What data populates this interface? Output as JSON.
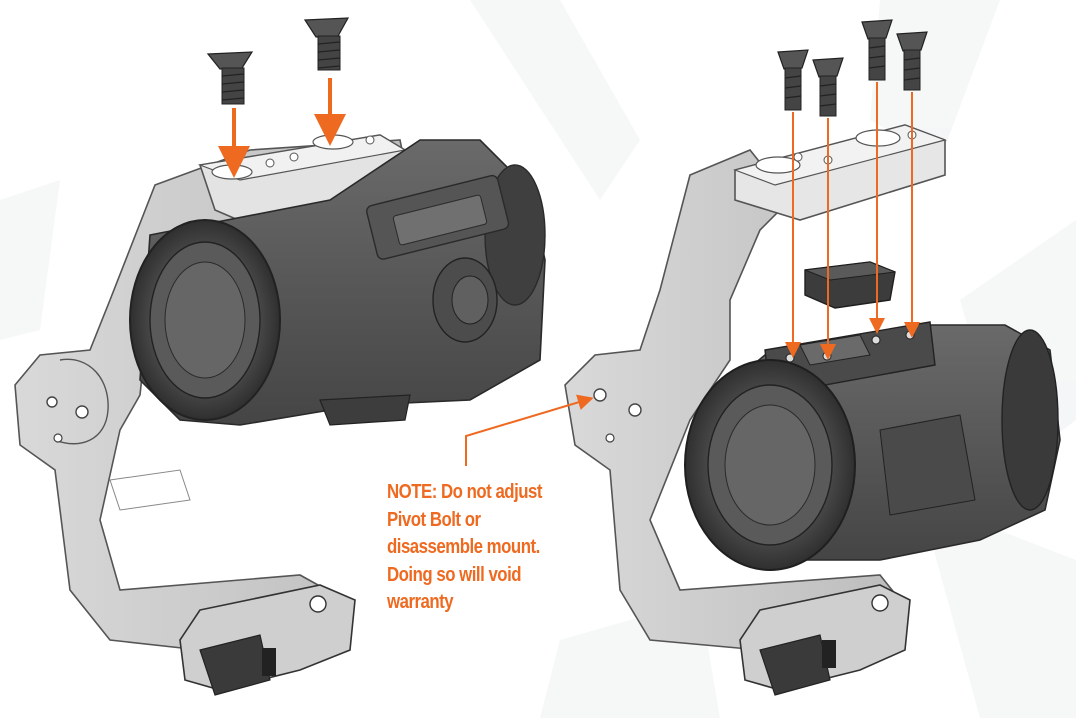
{
  "diagram": {
    "accent_color": "#ef6a21",
    "note_lines": [
      "NOTE: Do not adjust",
      "Pivot Bolt or",
      "disassemble mount.",
      "Doing so will void",
      "warranty"
    ],
    "left_panel": {
      "screws": 2,
      "arrows": 2
    },
    "right_panel": {
      "screws": 4,
      "guide_lines": 4,
      "parts": [
        "adapter-plate",
        "spacer-block",
        "mount-base",
        "optic-body"
      ]
    }
  }
}
